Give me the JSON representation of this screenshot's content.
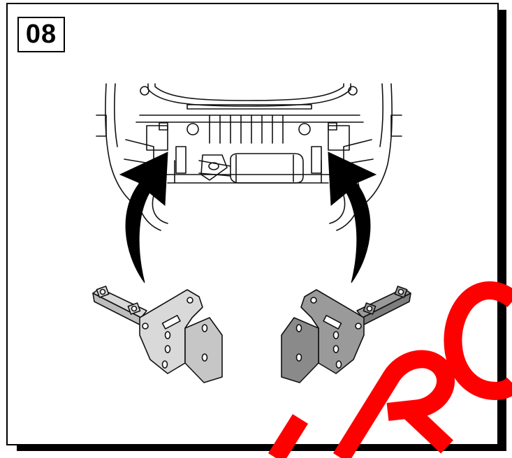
{
  "step": {
    "number": "08"
  },
  "colors": {
    "frame": "#000000",
    "line": "#111111",
    "bracket_left_fill": "#d9d9d9",
    "bracket_right_fill": "#9a9a9a",
    "arrow": "#000000",
    "watermark": "#ff0000"
  },
  "icons": {
    "left_arrow": "curved-arrow-up",
    "right_arrow": "curved-arrow-up"
  },
  "watermark": {
    "text": "...RO"
  }
}
